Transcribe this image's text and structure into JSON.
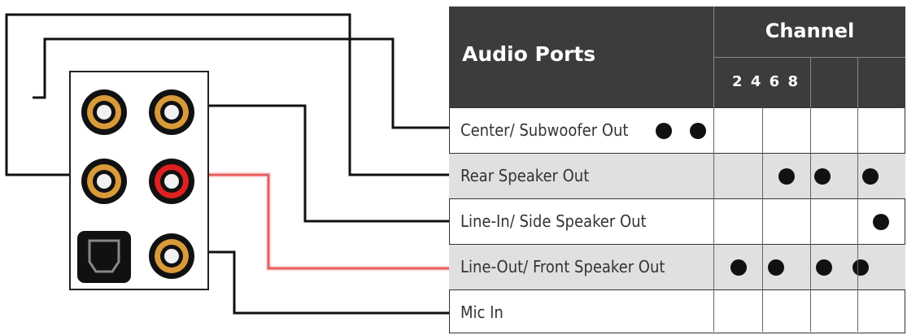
{
  "table": {
    "header_title": "Audio Ports",
    "channel_header": "Channel",
    "channel_numbers": [
      "2",
      "4",
      "6",
      "8"
    ],
    "rows": [
      {
        "label": "Center/ Subwoofer Out",
        "shaded": false
      },
      {
        "label": "Rear Speaker Out",
        "shaded": true
      },
      {
        "label": "Line-In/ Side Speaker Out",
        "shaded": false
      },
      {
        "label": "Line-Out/ Front Speaker Out",
        "shaded": true
      },
      {
        "label": "Mic In",
        "shaded": false
      }
    ]
  },
  "colors": {
    "header_bg": "#3c3c3c",
    "row_shade": "#e0e0e0",
    "jack_orange": "#d99a3a",
    "jack_red": "#e02020",
    "line_red": "#e03030"
  }
}
